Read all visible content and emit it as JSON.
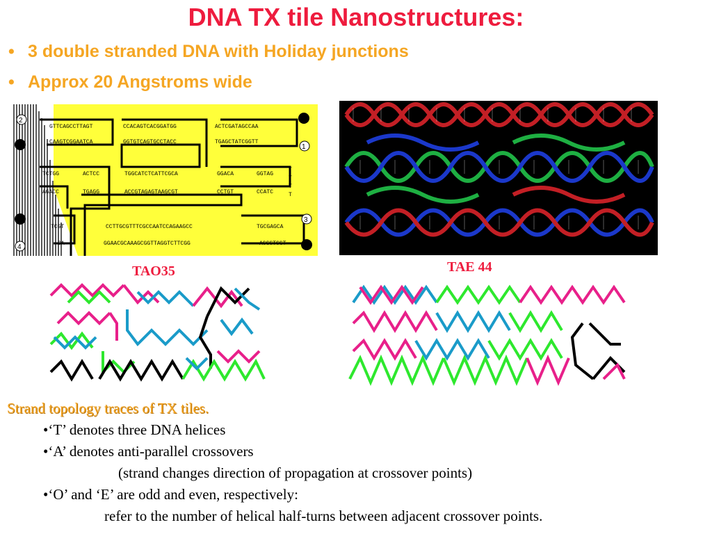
{
  "slide": {
    "title": "DNA TX tile Nanostructures:",
    "bullets": [
      "3 double stranded DNA with Holiday junctions",
      "Approx 20 Angstroms wide"
    ],
    "bullet_glyph": "•"
  },
  "figures": {
    "tao_label": "TAO35",
    "tae_label": "TAE 44",
    "tile_sequences": {
      "row1": [
        "GTTCAGCCTTAGT",
        "CCACAGTCACGGATGG",
        "ACTCGATAGCCAA"
      ],
      "row2": [
        "CAAGTCGGAATCA",
        "GGTGTCAGTGCCTACC",
        "TGAGCTATCGGTT"
      ],
      "row3": [
        "TCTGG",
        "ACTCC",
        "TGGCATCTCATTCGCA",
        "GGACA",
        "GGTAG"
      ],
      "row4": [
        "AGACC",
        "TGAGG",
        "ACCGTAGAGTAAGCGT",
        "CCTGT",
        "CCATC"
      ],
      "row5": [
        "TCGT",
        "CCTTGCGTTTCGCCAATCCAGAAGCC",
        "TGCGAGCA"
      ],
      "row6": [
        "CA",
        "GGAACGCAAAGCGGTTAGGTCTTCGG",
        "ACGCTCGT"
      ],
      "loop": [
        "T",
        "T",
        "T",
        "T"
      ],
      "markers": [
        "2",
        "1",
        "3",
        "4"
      ]
    },
    "strand_colors": {
      "magenta": "#e8208a",
      "cyan": "#1a9bc9",
      "green": "#2ee82e",
      "black": "#000000"
    }
  },
  "caption": {
    "heading": "Strand topology traces of TX tiles.",
    "items": [
      "•‘T’ denotes three DNA helices",
      "•‘A’ denotes anti-parallel crossovers",
      "(strand changes direction of propagation at crossover points)",
      "•‘O’ and ‘E’ are odd and even, respectively:",
      "refer to the number of helical half-turns between adjacent crossover points."
    ]
  }
}
